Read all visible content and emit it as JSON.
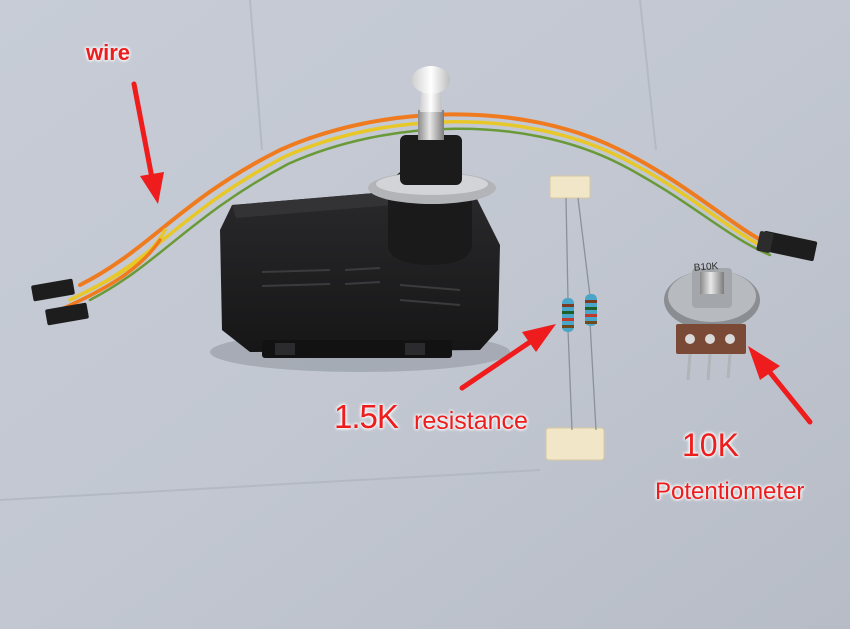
{
  "labels": {
    "wire": "wire",
    "resistance_value": "1.5K",
    "resistance_word": "resistance",
    "potentiometer_value": "10K",
    "potentiometer_word": "Potentiometer"
  },
  "component_markings": {
    "potentiometer_code": "B10K"
  },
  "colors": {
    "annotation": "#ee1c1c",
    "wire_orange": "#f07a1e",
    "wire_yellow": "#e8c828",
    "wire_green": "#6a9a38",
    "motor_body": "#1c1c1e",
    "pot_board": "#7a4a36"
  }
}
